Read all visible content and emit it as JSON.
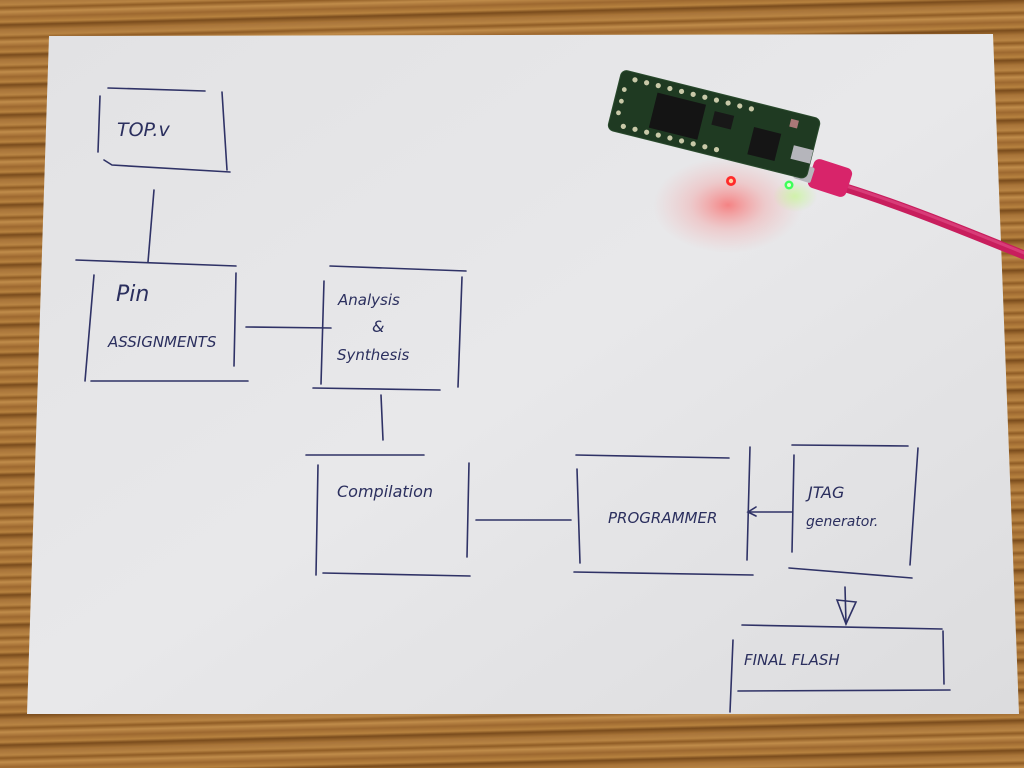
{
  "title": "FPGA build flow sketch",
  "nodes": [
    {
      "id": "top_v",
      "label_lines": [
        "TOP.v"
      ]
    },
    {
      "id": "pin_assignments",
      "label_lines": [
        "Pin",
        "ASSIGNMENTS"
      ]
    },
    {
      "id": "analysis_synthesis",
      "label_lines": [
        "Analysis",
        "&",
        "Synthesis"
      ]
    },
    {
      "id": "compilation",
      "label_lines": [
        "Compilation"
      ]
    },
    {
      "id": "programmer",
      "label_lines": [
        "PROGRAMMER"
      ]
    },
    {
      "id": "jtag_generator",
      "label_lines": [
        "JTAG",
        "generator."
      ]
    },
    {
      "id": "final_flash",
      "label_lines": [
        "FINAL FLASH"
      ]
    }
  ],
  "edges": [
    {
      "from": "top_v",
      "to": "pin_assignments",
      "arrow": false
    },
    {
      "from": "pin_assignments",
      "to": "analysis_synthesis",
      "arrow": false
    },
    {
      "from": "analysis_synthesis",
      "to": "compilation",
      "arrow": false
    },
    {
      "from": "compilation",
      "to": "programmer",
      "arrow": false
    },
    {
      "from": "jtag_generator",
      "to": "programmer",
      "arrow": true
    },
    {
      "from": "jtag_generator",
      "to": "final_flash",
      "arrow": true
    }
  ],
  "colors": {
    "ink": "#2f3266",
    "paper": "#e4e4e6",
    "wood": "#a8743a",
    "pcb": "#1f3a22",
    "led_red": "#ff2a2a",
    "led_green": "#3dff5a",
    "cable": "#d8246a"
  },
  "objects": {
    "board": "FPGA development board",
    "cable": "USB cable"
  }
}
